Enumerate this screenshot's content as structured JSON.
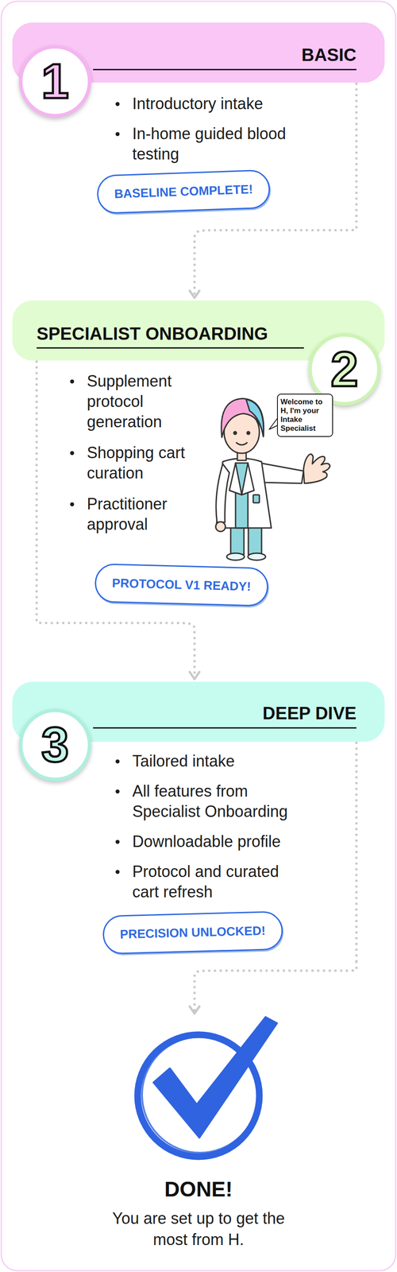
{
  "diagram": {
    "nodes": [
      {
        "text": [
          "BASIC",
          "Introductory intake",
          "In-home guided blood testing"
        ]
      },
      {
        "text": [
          "1"
        ],
        "in": 0
      },
      {
        "text": [
          "BASELINE COMPLETE!"
        ],
        "in": 0
      },
      {
        "text": [
          "SPECIALIST ONBOARDING",
          "Supplement protocol generation",
          "Shopping cart curation",
          "Practitioner approval"
        ]
      },
      {
        "text": [
          "2"
        ],
        "in": 3
      },
      {
        "text": [
          "Welcome to H, I'm your Intake Specialist"
        ],
        "in": 3
      },
      {
        "text": [
          "PROTOCOL V1 READY!"
        ],
        "in": 3
      },
      {
        "text": [
          "DEEP DIVE",
          "Tailored intake",
          "All features from Specialist Onboarding",
          "Downloadable profile",
          "Protocol and curated cart refresh"
        ]
      },
      {
        "text": [
          "3"
        ],
        "in": 7
      },
      {
        "text": [
          "PRECISION UNLOCKED!"
        ],
        "in": 7
      },
      {
        "text": [
          "DONE!",
          "You are set up to get the most from H."
        ]
      }
    ],
    "edges": [
      {
        "from": 0,
        "to": 3,
        "arrow": "to"
      },
      {
        "from": 3,
        "to": 7,
        "arrow": "to"
      },
      {
        "from": 7,
        "to": 10,
        "arrow": "to"
      }
    ]
  }
}
